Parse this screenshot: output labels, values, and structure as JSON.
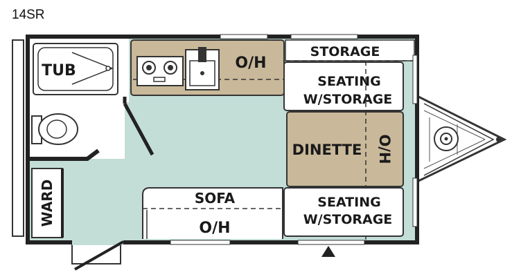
{
  "model": "14SR",
  "labels": {
    "tub": "TUB",
    "ward": "WARD",
    "overhead_kitchen": "O/H",
    "storage": "STORAGE",
    "seating_top_1": "SEATING",
    "seating_top_2": "W/STORAGE",
    "dinette": "DINETTE",
    "overhead_dinette": "O/H",
    "sofa": "SOFA",
    "overhead_sofa": "O/H",
    "seating_bottom_1": "SEATING",
    "seating_bottom_2": "W/STORAGE"
  },
  "colors": {
    "floor": "#c3ddd7",
    "counter": "#c9b99a",
    "dinette": "#c9b99a",
    "wall": "#222222",
    "furniture": "#ffffff"
  }
}
